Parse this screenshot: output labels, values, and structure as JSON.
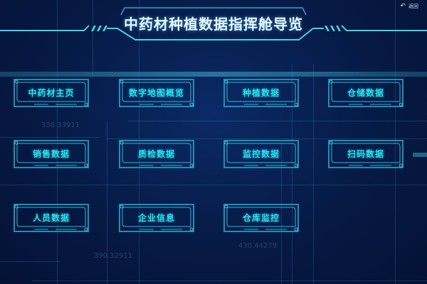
{
  "header": {
    "title": "中药材种植数据指挥舱导览",
    "back_label": "返回"
  },
  "nav": {
    "items": [
      {
        "label": "中药材主页"
      },
      {
        "label": "数字地图概览"
      },
      {
        "label": "种植数据"
      },
      {
        "label": "仓储数据"
      },
      {
        "label": "销售数据"
      },
      {
        "label": "质检数据"
      },
      {
        "label": "监控数据"
      },
      {
        "label": "扫码数据"
      },
      {
        "label": "人员数据"
      },
      {
        "label": "企业信息"
      },
      {
        "label": "仓库监控"
      }
    ]
  },
  "background_numbers": [
    "338.33911",
    "390.32911",
    "430.44279"
  ],
  "colors": {
    "background": "#071a44",
    "accent": "#27e3f2",
    "frame": "#2fb8d8"
  }
}
